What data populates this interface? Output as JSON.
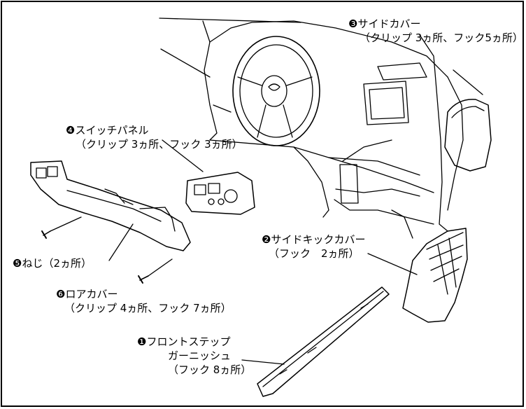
{
  "labels": {
    "side_cover": {
      "title": "❸サイドカバー",
      "detail": "（クリップ 3ヵ所、フック5ヵ所）"
    },
    "switch_panel": {
      "title": "❹スイッチパネル",
      "detail": "（クリップ 3ヵ所、フック 3ヵ所）"
    },
    "side_kick_cover": {
      "title": "❷サイドキックカバー",
      "detail": "（フック　2ヵ所）"
    },
    "screw": {
      "title": "❺ねじ（2ヵ所）"
    },
    "lower_cover": {
      "title": "❻ロアカバー",
      "detail": "（クリップ 4ヵ所、フック 7ヵ所）"
    },
    "front_step": {
      "title": "❶フロントステップ",
      "title2": "ガーニッシュ",
      "detail": "（フック 8ヵ所）"
    }
  }
}
